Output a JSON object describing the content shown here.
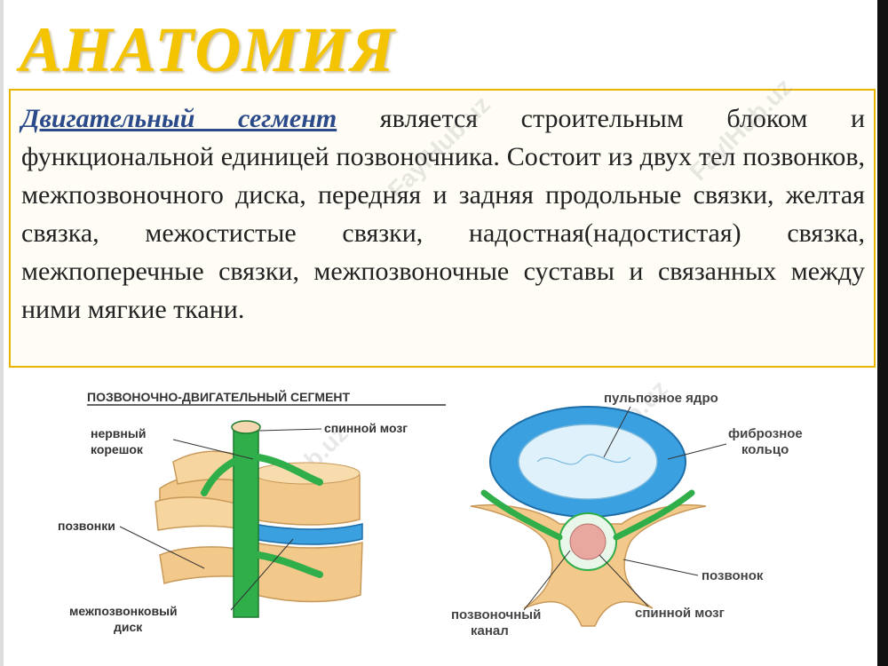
{
  "slide": {
    "title": "АНАТОМИЯ",
    "definition": {
      "term": "Двигательный сегмент",
      "rest": " является строительным блоком и функциональной единицей позвоночника. Состоит из двух тел позвонков, межпозвоночного диска, передняя и задняя продольные связки, желтая связка, межостистые связки, надостная(надостистая) связка, межпоперечные связки, межпозвоночные суставы  и связанных между ними мягкие ткани."
    }
  },
  "figure": {
    "heading": "ПОЗВОНОЧНО-ДВИГАТЕЛЬНЫЙ СЕГМЕНТ",
    "left_labels": {
      "nerve_root_1": "нервный",
      "nerve_root_2": "корешок",
      "spinal_cord": "спинной мозг",
      "vertebrae": "позвонки",
      "disc_1": "межпозвонковый",
      "disc_2": "диск"
    },
    "right_labels": {
      "nucleus": "пульпозное ядро",
      "annulus_1": "фиброзное",
      "annulus_2": "кольцо",
      "vertebra": "позвонок",
      "spinal_cord": "спинной мозг",
      "canal_1": "позвоночный",
      "canal_2": "канал"
    }
  },
  "watermark": "FaylHub.uz",
  "colors": {
    "title": "#f5c400",
    "border": "#e8b400",
    "term": "#2b4a8a",
    "bone": "#f2c98a",
    "disc": "#3aa0e0",
    "nerve": "#2fae4a"
  }
}
